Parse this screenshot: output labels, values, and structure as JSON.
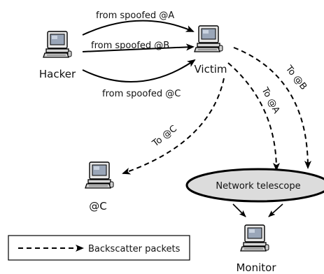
{
  "nodes": {
    "hacker": "Hacker",
    "victim": "Victim",
    "c": "@C",
    "telescope": "Network telescope",
    "monitor": "Monitor"
  },
  "edges": {
    "spoofed_a": "from spoofed @A",
    "spoofed_b": "from spoofed @B",
    "spoofed_c": "from spoofed @C",
    "to_c": "To @C",
    "to_a": "To @A",
    "to_b": "To @B"
  },
  "legend": {
    "label": "Backscatter packets"
  },
  "icons": {
    "computer": "computer-icon"
  },
  "colors": {
    "telescope_fill": "#dcdcdc",
    "screen": "#9aa6b8",
    "line": "#000000"
  }
}
